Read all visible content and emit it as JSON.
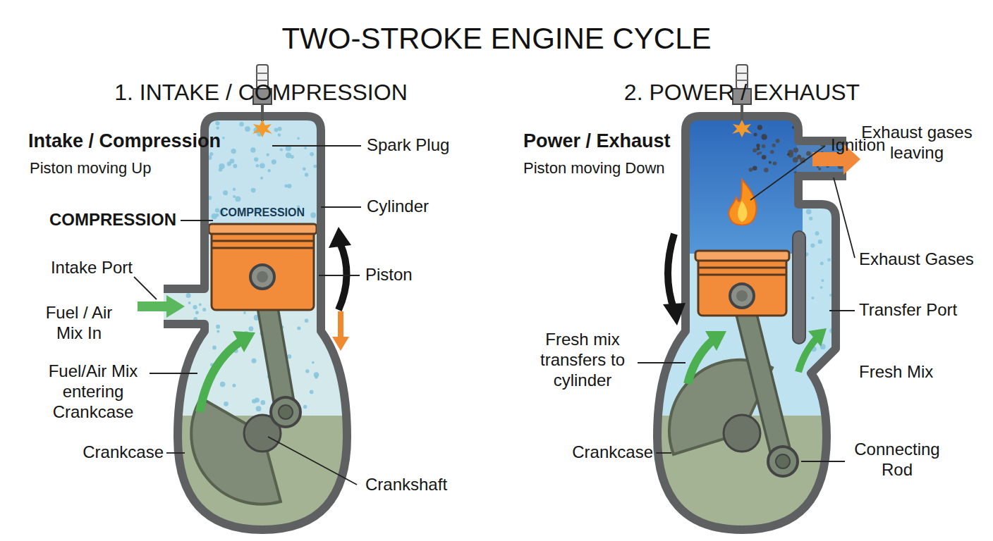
{
  "diagram": {
    "title": "TWO-STROKE ENGINE CYCLE",
    "labels": [
      "1. INTAKE / COMPRESSION",
      "2. POWER / EXHAUST",
      "Intake / Compression",
      "Piston moving Up",
      "COMPRESSION",
      "COMPRESSION",
      "Intake Port",
      "Fuel / Air Mix In",
      "Fuel/Air Mix entering Crankcase",
      "Crankcase",
      "Spark Plug",
      "Cylinder",
      "Piston",
      "Crankshaft",
      "Power / Exhaust",
      "Piston moving Down",
      "Ignition",
      "Exhaust gases leaving",
      "Exhaust Gases",
      "Transfer Port",
      "Fresh Mix",
      "Fresh mix transfers to cylinder",
      "Crankcase",
      "Connecting Rod"
    ]
  }
}
